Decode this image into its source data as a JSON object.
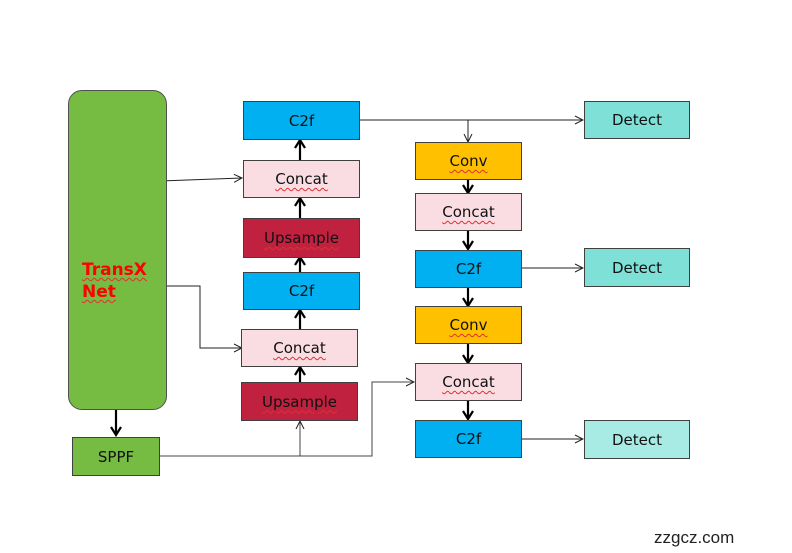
{
  "diagram": {
    "backbone": {
      "label_line1": "TransX",
      "label_line2": "Net"
    },
    "sppf": {
      "label": "SPPF"
    },
    "neck_left": {
      "c2f_top": "C2f",
      "concat_top": "Concat",
      "upsample_top": "Upsample",
      "c2f_mid": "C2f",
      "concat_bottom": "Concat",
      "upsample_bottom": "Upsample"
    },
    "neck_right": {
      "conv_top": "Conv",
      "concat_top": "Concat",
      "c2f_mid": "C2f",
      "conv_bottom": "Conv",
      "concat_bottom": "Concat",
      "c2f_bottom": "C2f"
    },
    "heads": [
      "Detect",
      "Detect",
      "Detect"
    ],
    "colors": {
      "backbone": "#76bc43",
      "c2f": "#00b0f0",
      "concat": "#f9dde2",
      "upsample": "#c0213f",
      "conv": "#ffc000",
      "detect": "#7ee0d6",
      "label_red": "#ff0000"
    }
  },
  "watermark": "zzgcz.com"
}
